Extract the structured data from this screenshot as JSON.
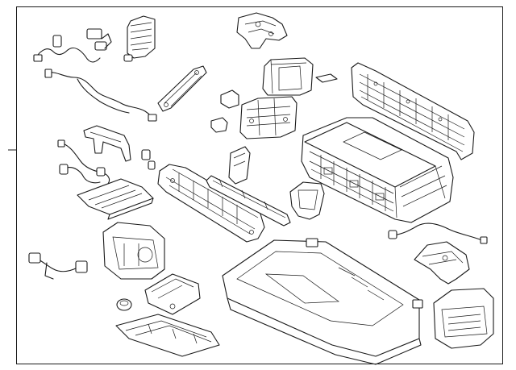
{
  "diagram": {
    "frame_color": "#1a1a1a",
    "background": "#ffffff",
    "parts": [
      {
        "id": "wire-harness-left"
      },
      {
        "id": "connector-clip-stack"
      },
      {
        "id": "cover-bracket-top"
      },
      {
        "id": "duct-upper"
      },
      {
        "id": "small-pad"
      },
      {
        "id": "battery-frame-rail"
      },
      {
        "id": "bus-bar-bracket"
      },
      {
        "id": "small-clips"
      },
      {
        "id": "mounting-bracket-center"
      },
      {
        "id": "battery-pack-assembly"
      },
      {
        "id": "side-brace-left"
      },
      {
        "id": "cable-lower-left"
      },
      {
        "id": "tray-plate-left"
      },
      {
        "id": "battery-carrier-frame"
      },
      {
        "id": "bracket-rail-long"
      },
      {
        "id": "cooling-duct-elbow"
      },
      {
        "id": "sensor-cable-right"
      },
      {
        "id": "fan-bracket-right"
      },
      {
        "id": "blower-housing-left"
      },
      {
        "id": "connector-lead-left"
      },
      {
        "id": "support-bracket"
      },
      {
        "id": "battery-tray"
      },
      {
        "id": "grommet"
      },
      {
        "id": "blower-fan-right"
      },
      {
        "id": "skid-plate"
      }
    ]
  }
}
